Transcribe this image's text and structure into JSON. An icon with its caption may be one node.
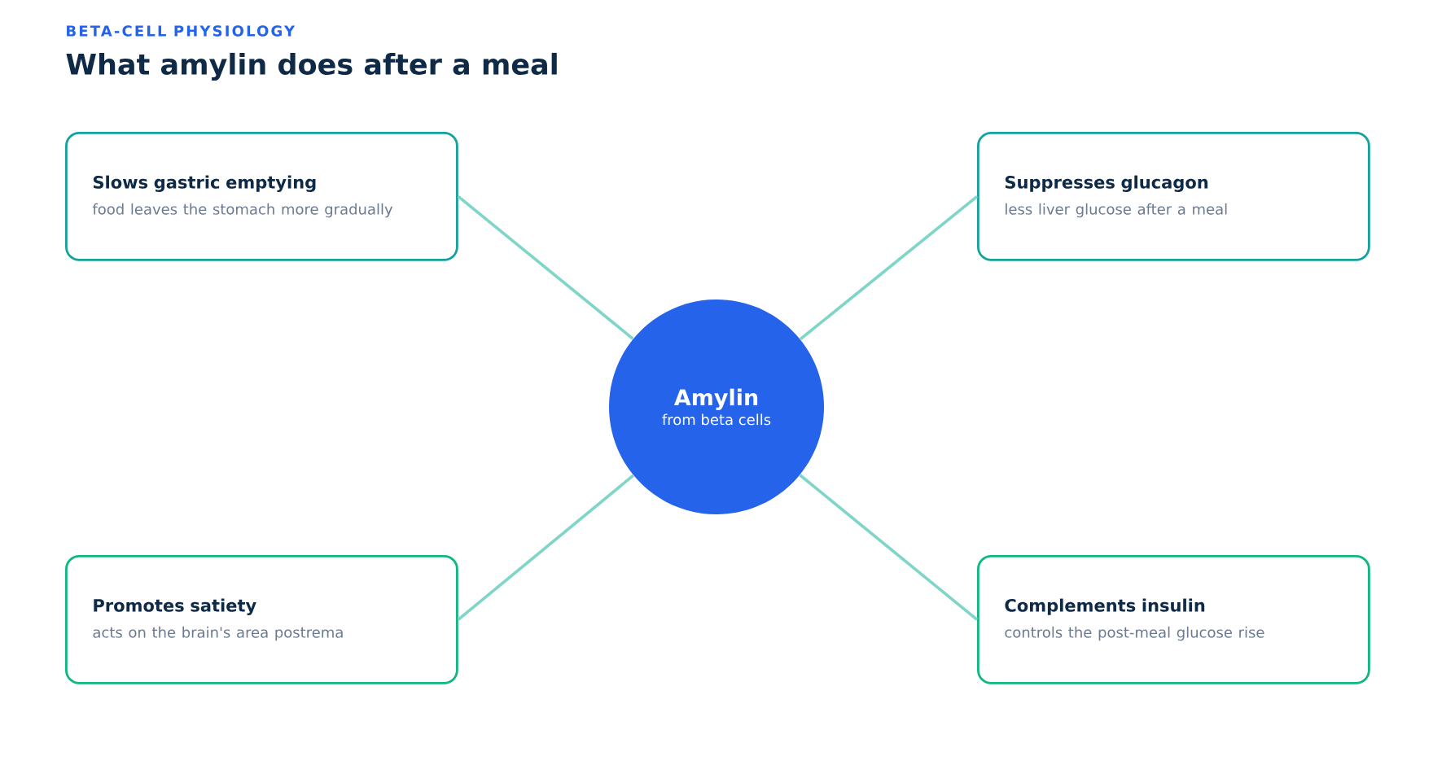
{
  "diagram": {
    "title": "What amylin does after a meal",
    "nodes": [
      {
        "text": [
          "Slows gastric emptying",
          "food leaves the stomach more gradually"
        ]
      },
      {
        "text": [
          "Suppresses glucagon",
          "less liver glucose after a meal"
        ]
      },
      {
        "text": [
          "Amylin",
          "from beta cells"
        ]
      },
      {
        "text": [
          "Promotes satiety",
          "acts on the brain's area postrema"
        ]
      },
      {
        "text": [
          "Complements insulin",
          "controls the post-meal glucose rise"
        ]
      }
    ],
    "edges": [
      {
        "from": 2,
        "to": 0,
        "arrow": "none"
      },
      {
        "from": 2,
        "to": 1,
        "arrow": "none"
      },
      {
        "from": 2,
        "to": 3,
        "arrow": "none"
      },
      {
        "from": 2,
        "to": 4,
        "arrow": "none"
      }
    ],
    "labels": [
      "BETA-CELL PHYSIOLOGY"
    ]
  }
}
